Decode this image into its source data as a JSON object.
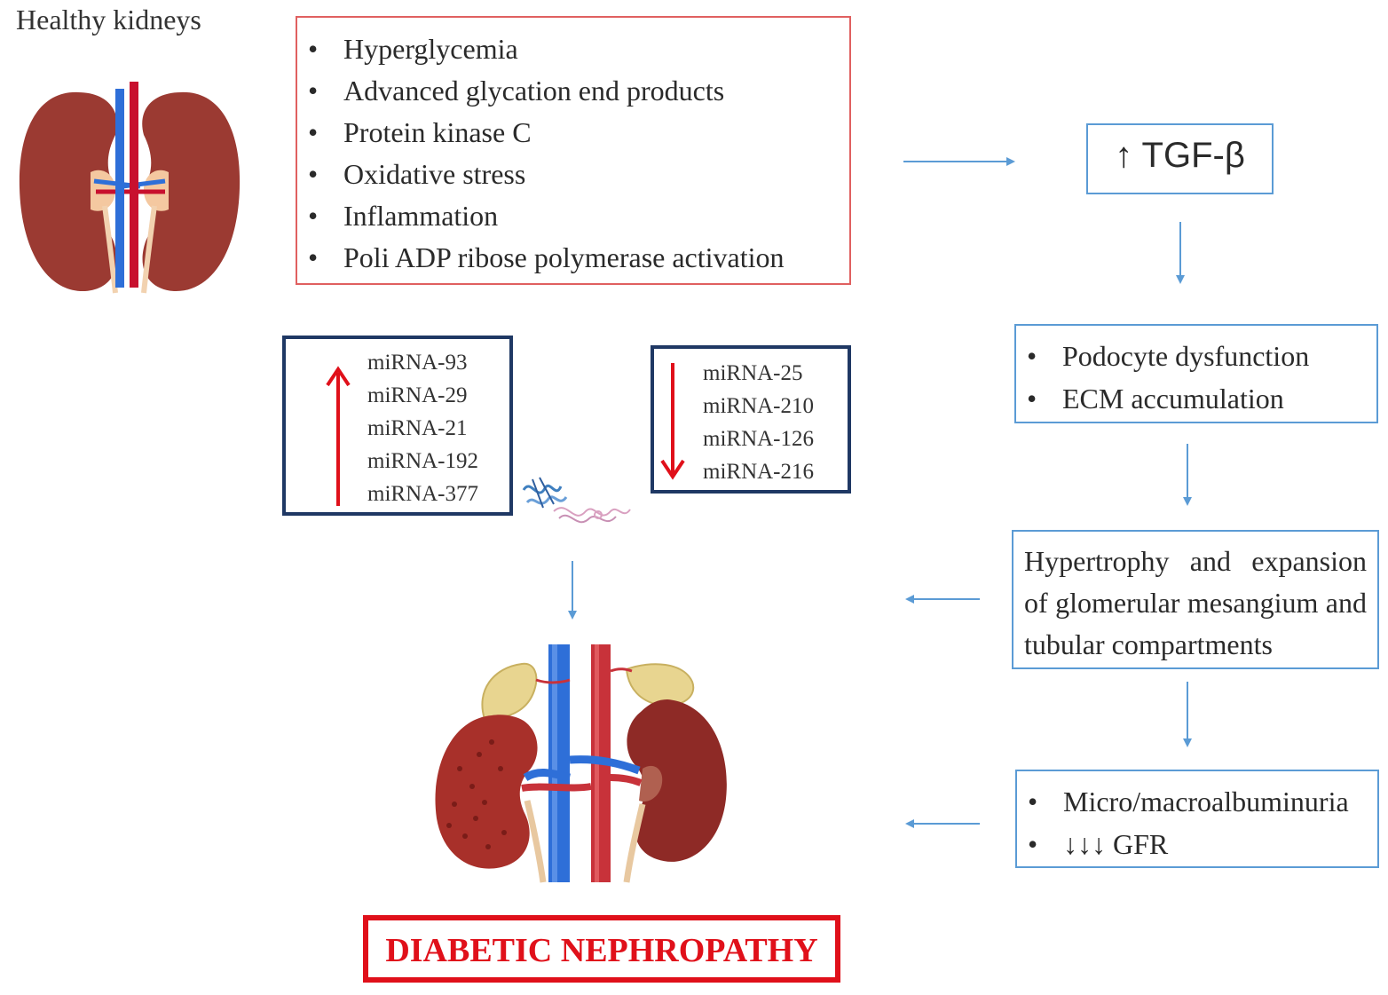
{
  "healthy_label": "Healthy kidneys",
  "causes": {
    "items": [
      "Hyperglycemia",
      "Advanced glycation  end products",
      "Protein kinase C",
      "Oxidative stress",
      "Inflammation",
      "Poli ADP ribose polymerase activation"
    ]
  },
  "tgf": "↑ TGF-β",
  "podocyte": {
    "items": [
      "Podocyte dysfunction",
      "ECM accumulation"
    ]
  },
  "hypertrophy": "Hypertrophy and expansion of glomerular mesangium and tubular compartments",
  "albuminuria": {
    "items": [
      "Micro/macroalbuminuria",
      "↓↓↓  GFR"
    ]
  },
  "mirna_up": {
    "items": [
      "miRNA-93",
      "miRNA-29",
      "miRNA-21",
      "miRNA-192",
      "miRNA-377"
    ]
  },
  "mirna_down": {
    "items": [
      "miRNA-25",
      "miRNA-210",
      "miRNA-126",
      "miRNA-216"
    ]
  },
  "outcome": "DIABETIC NEPHROPATHY",
  "colors": {
    "arrow_blue": "#5b9bd5",
    "cause_border": "#e06060",
    "mirna_border": "#1f3864",
    "red": "#e0101a",
    "kidney": "#9b3a32",
    "artery": "#c8102e",
    "vein": "#2e6fd8"
  }
}
